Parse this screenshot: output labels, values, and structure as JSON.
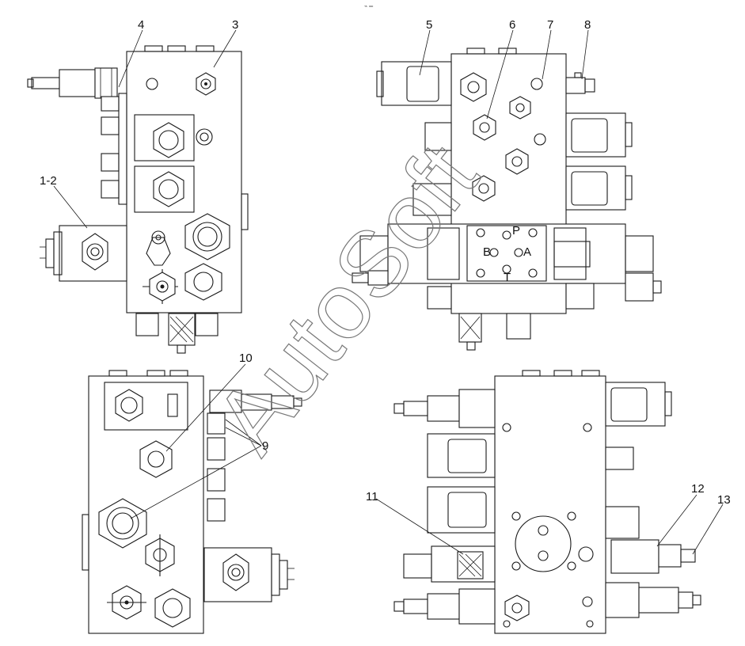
{
  "labels": {
    "l1": "4",
    "l2": "3",
    "l3": "1-2",
    "l4": "5",
    "l5": "6",
    "l6": "7",
    "l7": "8",
    "l8": "10",
    "l9": "9",
    "l10": "11",
    "l11": "12",
    "l12": "13"
  },
  "port_marks": {
    "p": "P",
    "a": "A",
    "b": "B",
    "t": "T"
  },
  "watermark": {
    "text": "AutoSoft",
    "top_mark": "⌁ ═"
  }
}
